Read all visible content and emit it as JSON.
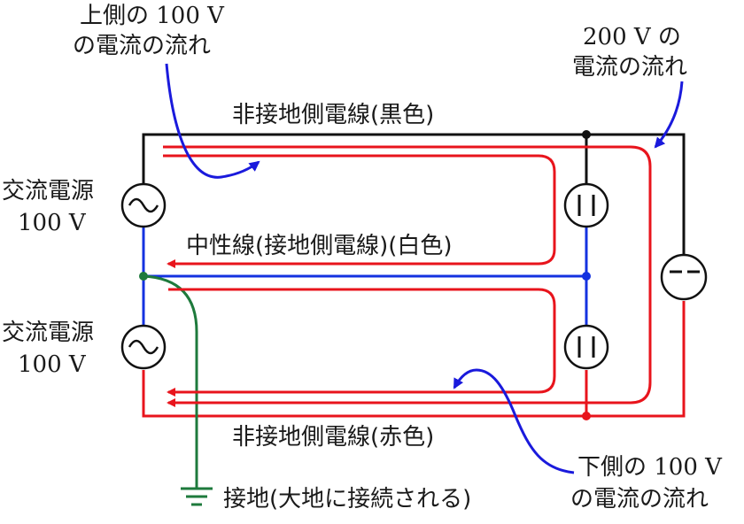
{
  "labels": {
    "upper_flow": [
      "上側の 100 V",
      "の電流の流れ"
    ],
    "flow_200v": [
      "200 V の",
      "電流の流れ"
    ],
    "black_line": "非接地側電線(黒色)",
    "source_upper": [
      "交流電源",
      "100 V"
    ],
    "neutral_line": "中性線(接地側電線)(白色)",
    "source_lower": [
      "交流電源",
      "100 V"
    ],
    "red_line": "非接地側電線(赤色)",
    "lower_flow": [
      "下側の 100 V",
      "の電流の流れ"
    ],
    "ground": "接地(大地に接続される)"
  },
  "colors": {
    "black_wire": "#111111",
    "red_wire": "#e8141c",
    "blue_wire": "#1432e0",
    "ground_wire": "#1e7a3c",
    "annotation_arrow": "#1a1adc"
  }
}
